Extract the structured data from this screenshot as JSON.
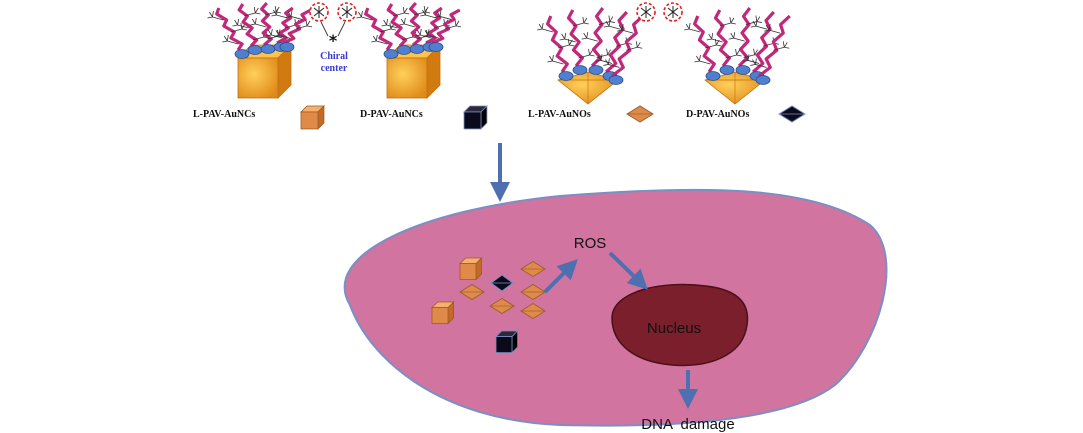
{
  "legend": {
    "l_auncs": "L-PAV-AuNCs",
    "d_auncs": "D-PAV-AuNCs",
    "l_aunos": "L-PAV-AuNOs",
    "d_aunos": "D-PAV-AuNOs"
  },
  "chiral_center": {
    "symbol": "*",
    "line1": "Chiral",
    "line2": "center"
  },
  "cell": {
    "ros": "ROS",
    "nucleus": "Nucleus",
    "dna_damage": "DNA  damage"
  },
  "colors": {
    "cell_fill": "#d174a0",
    "cell_stroke": "#7a8fc4",
    "nucleus_fill": "#7a1f2b",
    "arrow": "#4e6fb0",
    "gold": "#f0a030",
    "ligand": "#c2287a",
    "anchor": "#4f7fcf",
    "orange_box": "#e08a4a",
    "black_box": "#0a0a1a"
  },
  "icons": [
    "cube-icon",
    "octahedron-icon",
    "chiral-marker-icon",
    "arrow-icon"
  ]
}
